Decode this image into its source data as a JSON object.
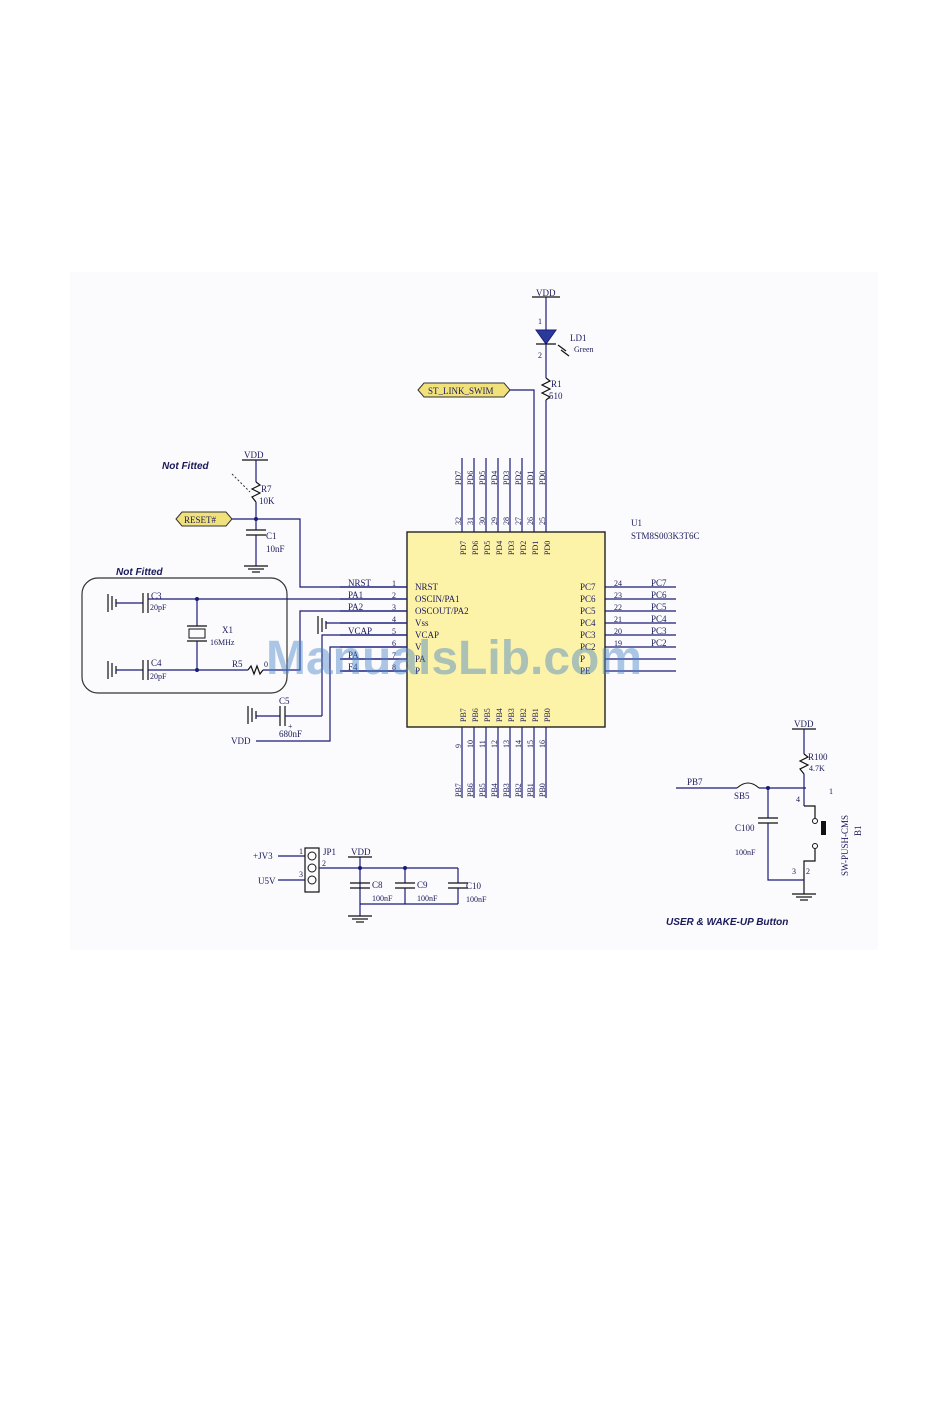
{
  "watermark": "ManualsLib.com",
  "notes": {
    "not_fitted_top": "Not Fitted",
    "not_fitted_osc": "Not Fitted",
    "user_button": "USER & WAKE-UP Button"
  },
  "ic": {
    "ref": "U1",
    "part": "STM8S003K3T6C",
    "left_pins": [
      {
        "num": "1",
        "label": "NRST",
        "net": "NRST"
      },
      {
        "num": "2",
        "label": "OSCIN/PA1",
        "net": "PA1"
      },
      {
        "num": "3",
        "label": "OSCOUT/PA2",
        "net": "PA2"
      },
      {
        "num": "4",
        "label": "Vss",
        "net": ""
      },
      {
        "num": "5",
        "label": "VCAP",
        "net": "VCAP"
      },
      {
        "num": "6",
        "label": "V",
        "net": ""
      },
      {
        "num": "7",
        "label": "PA",
        "net": "PA"
      },
      {
        "num": "8",
        "label": "P",
        "net": "F4"
      }
    ],
    "right_pins": [
      {
        "num": "24",
        "label": "PC7",
        "net": "PC7"
      },
      {
        "num": "23",
        "label": "PC6",
        "net": "PC6"
      },
      {
        "num": "22",
        "label": "PC5",
        "net": "PC5"
      },
      {
        "num": "21",
        "label": "PC4",
        "net": "PC4"
      },
      {
        "num": "20",
        "label": "PC3",
        "net": "PC3"
      },
      {
        "num": "19",
        "label": "PC2",
        "net": "PC2"
      },
      {
        "num": "",
        "label": "P",
        "net": ""
      },
      {
        "num": "",
        "label": "PE",
        "net": ""
      }
    ],
    "top_pins": [
      {
        "num": "32",
        "label": "PD7",
        "net": "PD7"
      },
      {
        "num": "31",
        "label": "PD6",
        "net": "PD6"
      },
      {
        "num": "30",
        "label": "PD5",
        "net": "PD5"
      },
      {
        "num": "29",
        "label": "PD4",
        "net": "PD4"
      },
      {
        "num": "28",
        "label": "PD3",
        "net": "PD3"
      },
      {
        "num": "27",
        "label": "PD2",
        "net": "PD2"
      },
      {
        "num": "26",
        "label": "PD1",
        "net": "PD1"
      },
      {
        "num": "25",
        "label": "PD0",
        "net": "PD0"
      }
    ],
    "bottom_pins": [
      {
        "num": "9",
        "label": "PB7",
        "net": "PB7"
      },
      {
        "num": "10",
        "label": "PB6",
        "net": "PB6"
      },
      {
        "num": "11",
        "label": "PB5",
        "net": "PB5"
      },
      {
        "num": "12",
        "label": "PB4",
        "net": "PB4"
      },
      {
        "num": "13",
        "label": "PB3",
        "net": "PB3"
      },
      {
        "num": "14",
        "label": "PB2",
        "net": "PB2"
      },
      {
        "num": "15",
        "label": "PB1",
        "net": "PB1"
      },
      {
        "num": "16",
        "label": "PB0",
        "net": "PB0"
      }
    ]
  },
  "parts": {
    "vdd": "VDD",
    "ld1_ref": "LD1",
    "ld1_val": "Green",
    "ld1_pin1": "1",
    "ld1_pin2": "2",
    "r1_ref": "R1",
    "r1_val": "510",
    "swim": "ST_LINK_SWIM",
    "r7_ref": "R7",
    "r7_val": "10K",
    "reset": "RESET#",
    "c1_ref": "C1",
    "c1_val": "10nF",
    "c3_ref": "C3",
    "c3_val": "20pF",
    "c4_ref": "C4",
    "c4_val": "20pF",
    "x1_ref": "X1",
    "x1_val": "16MHz",
    "r5_ref": "R5",
    "r5_val": "0",
    "c5_ref": "C5",
    "c5_val": "680nF",
    "c5_plus": "+",
    "jp1_ref": "JP1",
    "jv3": "+JV3",
    "u5v": "U5V",
    "jp1_p1": "1",
    "jp1_p2": "2",
    "jp1_p3": "3",
    "c8_ref": "C8",
    "c8_val": "100nF",
    "c9_ref": "C9",
    "c9_val": "100nF",
    "c10_ref": "C10",
    "c10_val": "100nF",
    "pb7": "PB7",
    "sb5": "SB5",
    "r100_ref": "R100",
    "r100_val": "4.7K",
    "c100_ref": "C100",
    "c100_val": "100nF",
    "b1_ref": "B1",
    "b1_part": "SW-PUSH-CMS",
    "b1_p1": "1",
    "b1_p2": "2",
    "b1_p3": "3",
    "b1_p4": "4"
  }
}
